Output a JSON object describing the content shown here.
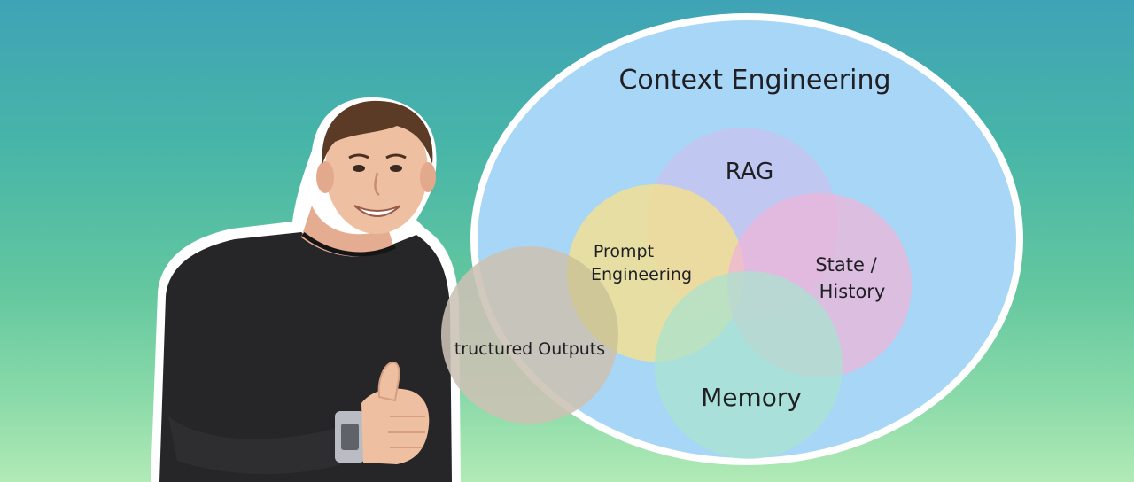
{
  "diagram": {
    "outer_label": "Context Engineering",
    "circles": {
      "rag": "RAG",
      "prompt_line1": "Prompt",
      "prompt_line2": "Engineering",
      "state_line1": "State /",
      "state_line2": "History",
      "memory": "Memory",
      "structured": "tructured Outputs"
    },
    "colors": {
      "outer": "#a8d6f6",
      "rag": "#c6c3f0",
      "prompt": "#f7e08a",
      "state": "#eeb6d9",
      "memory": "#a9e3cf",
      "structured": "#f3dcc7"
    }
  }
}
